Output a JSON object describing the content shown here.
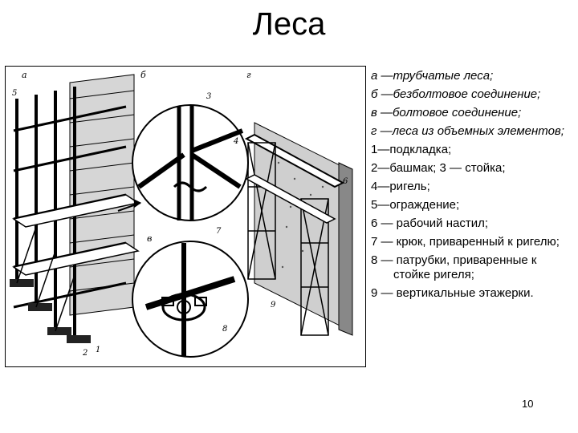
{
  "title": "Леса",
  "figure": {
    "panel_letters": [
      "а",
      "б",
      "в",
      "г"
    ],
    "callouts": [
      "5",
      "3",
      "4",
      "6",
      "7",
      "8",
      "9",
      "1",
      "2"
    ]
  },
  "legend": {
    "items": [
      {
        "text": "а —трубчатые леса;",
        "italic": true
      },
      {
        "text": "б —безболтовое соединение;",
        "italic": true
      },
      {
        "text": "в —болтовое соединение;",
        "italic": true
      },
      {
        "text": "г —леса из объемных элементов;",
        "italic": true
      },
      {
        "text": "1—подкладка;",
        "italic": false
      },
      {
        "text": "2—башмак; 3 — стойка;",
        "italic": false
      },
      {
        "text": "4—ригель;",
        "italic": false
      },
      {
        "text": "5—ограждение;",
        "italic": false
      },
      {
        "text": "6 — рабочий настил;",
        "italic": false
      },
      {
        "text": "7 — крюк, приваренный к ригелю;",
        "italic": false
      },
      {
        "text": "8 — патрубки, приваренные к стойке ригеля;",
        "italic": false
      },
      {
        "text": "9 — вертикальные этажерки.",
        "italic": false
      }
    ]
  },
  "page_number": "10"
}
